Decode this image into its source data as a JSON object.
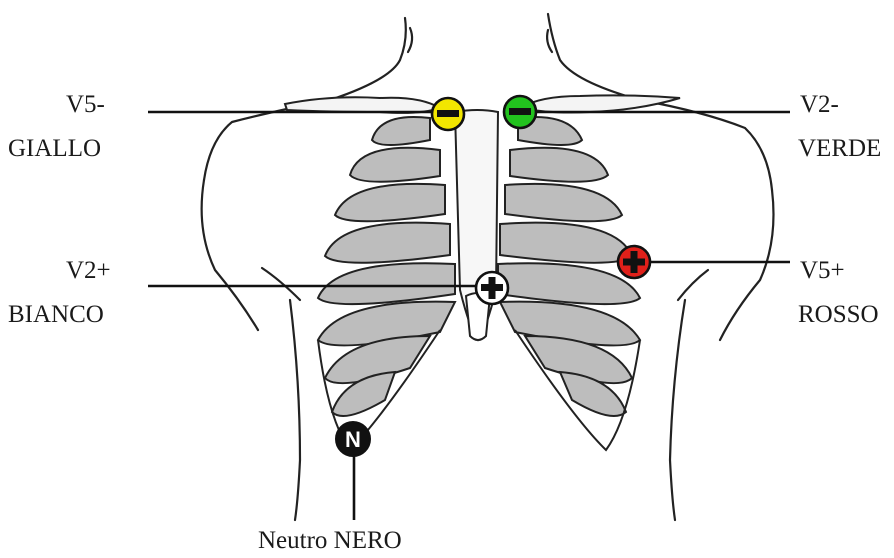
{
  "labels": {
    "v5_minus": [
      "V5-",
      "GIALLO"
    ],
    "v2_minus": [
      "V2-",
      "VERDE"
    ],
    "v2_plus": [
      "V2+",
      "BIANCO"
    ],
    "v5_plus": [
      "V5+",
      "ROSSO"
    ],
    "neutral": "Neutro NERO"
  },
  "electrodes": {
    "v5_minus": {
      "symbol": "minus",
      "color": "#f2e600"
    },
    "v2_minus": {
      "symbol": "minus",
      "color": "#22c21e"
    },
    "v2_plus": {
      "symbol": "plus",
      "color": "#ffffff"
    },
    "v5_plus": {
      "symbol": "plus",
      "color": "#e0201a"
    },
    "neutral": {
      "symbol": "N",
      "color": "#111111"
    }
  },
  "colors": {
    "line": "#111111",
    "text": "#1a1a1a"
  }
}
